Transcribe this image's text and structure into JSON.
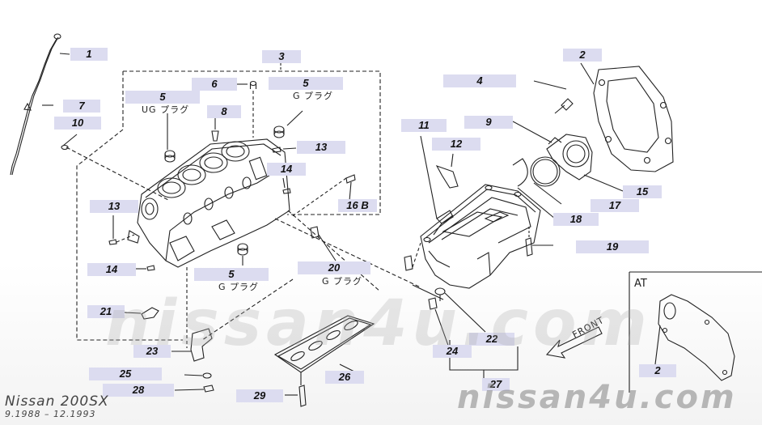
{
  "callouts": {
    "c1": "1",
    "c2a": "2",
    "c2b": "2",
    "c3": "3",
    "c4": "4",
    "c5a": "5",
    "c5b": "5",
    "c5c": "5",
    "c6": "6",
    "c7": "7",
    "c8": "8",
    "c9": "9",
    "c10": "10",
    "c11": "11",
    "c12": "12",
    "c13a": "13",
    "c13b": "13",
    "c14a": "14",
    "c14b": "14",
    "c15": "15",
    "c16": "16 B",
    "c17": "17",
    "c18": "18",
    "c19": "19",
    "c20": "20",
    "c21": "21",
    "c22": "22",
    "c23": "23",
    "c24": "24",
    "c25": "25",
    "c26": "26",
    "c27": "27",
    "c28": "28",
    "c29": "29"
  },
  "notes": {
    "ug_plug": "UG プラグ",
    "g_plug_a": "G プラグ",
    "g_plug_b": "G プラグ",
    "g_plug_c": "G プラグ"
  },
  "at_label": "AT",
  "front_label": "FRONT",
  "watermark": "nissan4u.com",
  "model": "Nissan 200SX",
  "dates": "9.1988 – 12.1993",
  "colors": {
    "callout_bg": "#dcdcf0",
    "line": "#222222",
    "watermark": "#aaaaaa"
  }
}
